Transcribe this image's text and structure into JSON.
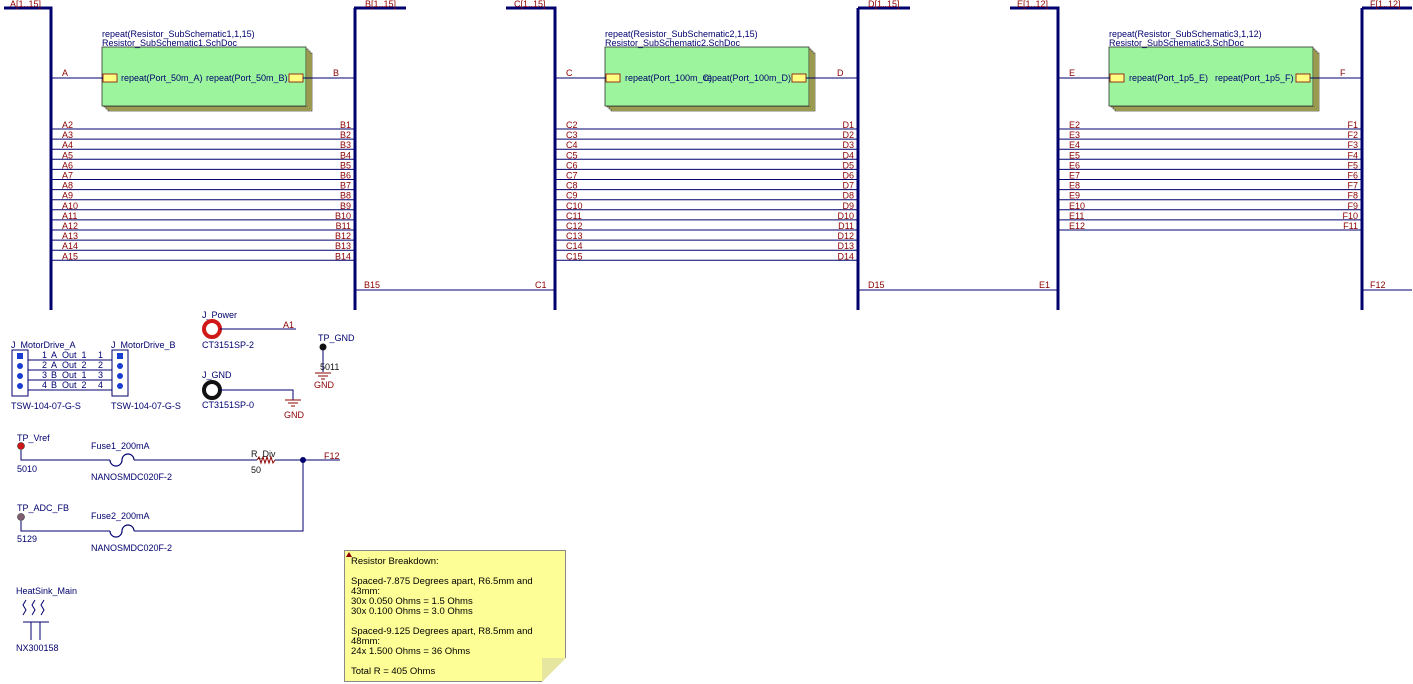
{
  "colors": {
    "wire": "#00006e",
    "label": "#8b0000",
    "part": "#00006e",
    "block": "#9cf59c",
    "note": "#fefe96"
  },
  "harness": {
    "A": "A[1..15]",
    "B": "B[1..15]",
    "C": "C[1..15]",
    "D": "D[1..15]",
    "E": "E[1..12]",
    "F": "F[1..12]"
  },
  "blocks": [
    {
      "repeat": "repeat(Resistor_SubSchematic1,1,15)",
      "doc": "Resistor_SubSchematic1.SchDoc",
      "port_in": "repeat(Port_50m_A)",
      "port_out": "repeat(Port_50m_B)"
    },
    {
      "repeat": "repeat(Resistor_SubSchematic2,1,15)",
      "doc": "Resistor_SubSchematic2.SchDoc",
      "port_in": "repeat(Port_100m_C)",
      "port_out": "repeat(Port_100m_D)"
    },
    {
      "repeat": "repeat(Resistor_SubSchematic3,1,12)",
      "doc": "Resistor_SubSchematic3.SchDoc",
      "port_in": "repeat(Port_1p5_E)",
      "port_out": "repeat(Port_1p5_F)"
    }
  ],
  "nets": {
    "section1": {
      "top_left": "A",
      "top_right": "B",
      "left": [
        "A2",
        "A3",
        "A4",
        "A5",
        "A6",
        "A7",
        "A8",
        "A9",
        "A10",
        "A11",
        "A12",
        "A13",
        "A14",
        "A15"
      ],
      "right": [
        "B1",
        "B2",
        "B3",
        "B4",
        "B5",
        "B6",
        "B7",
        "B8",
        "B9",
        "B10",
        "B11",
        "B12",
        "B13",
        "B14"
      ],
      "bottom_left": "B15",
      "bottom_right": "C1"
    },
    "section2": {
      "top_left": "C",
      "top_right": "D",
      "left": [
        "C2",
        "C3",
        "C4",
        "C5",
        "C6",
        "C7",
        "C8",
        "C9",
        "C10",
        "C11",
        "C12",
        "C13",
        "C14",
        "C15"
      ],
      "right": [
        "D1",
        "D2",
        "D3",
        "D4",
        "D5",
        "D6",
        "D7",
        "D8",
        "D9",
        "D10",
        "D11",
        "D12",
        "D13",
        "D14"
      ],
      "bottom_left": "D15",
      "bottom_right": "E1"
    },
    "section3": {
      "top_left": "E",
      "top_right": "F",
      "left": [
        "E2",
        "E3",
        "E4",
        "E5",
        "E6",
        "E7",
        "E8",
        "E9",
        "E10",
        "E11",
        "E12"
      ],
      "right": [
        "F1",
        "F2",
        "F3",
        "F4",
        "F5",
        "F6",
        "F7",
        "F8",
        "F9",
        "F10",
        "F11"
      ],
      "bottom_right": "F12"
    }
  },
  "components": {
    "j_power": {
      "designator": "J_Power",
      "part": "CT3151SP-2",
      "net": "A1"
    },
    "j_gnd": {
      "designator": "J_GND",
      "part": "CT3151SP-0",
      "net": "GND"
    },
    "tp_gnd": {
      "designator": "TP_GND",
      "part": "5011",
      "net": "GND"
    },
    "motor_a": {
      "designator": "J_MotorDrive_A",
      "part": "TSW-104-07-G-S"
    },
    "motor_b": {
      "designator": "J_MotorDrive_B",
      "part": "TSW-104-07-G-S"
    },
    "motor_pins_left": [
      "1",
      "2",
      "3",
      "4"
    ],
    "motor_nets": [
      "A_Out_1",
      "A_Out_2",
      "B_Out_1",
      "B_Out_2"
    ],
    "motor_pins_right": [
      "1",
      "2",
      "3",
      "4"
    ],
    "tp_vref": {
      "designator": "TP_Vref",
      "part": "5010"
    },
    "tp_adc": {
      "designator": "TP_ADC_FB",
      "part": "5129"
    },
    "fuse1": {
      "designator": "Fuse1_200mA",
      "part": "NANOSMDC020F-2"
    },
    "fuse2": {
      "designator": "Fuse2_200mA",
      "part": "NANOSMDC020F-2"
    },
    "r_div": {
      "designator": "R_Div",
      "value": "50",
      "net": "F12"
    },
    "heatsink": {
      "designator": "HeatSink_Main",
      "part": "NX300158"
    }
  },
  "note": {
    "title": "Resistor Breakdown:",
    "p1": [
      "Spaced-7.875 Degrees apart, R6.5mm and 43mm:",
      "30x 0.050 Ohms = 1.5 Ohms",
      "30x 0.100 Ohms = 3.0 Ohms"
    ],
    "p2": [
      "Spaced-9.125 Degrees apart, R8.5mm and 48mm:",
      "24x 1.500 Ohms = 36 Ohms"
    ],
    "total": "Total R = 405 Ohms"
  }
}
